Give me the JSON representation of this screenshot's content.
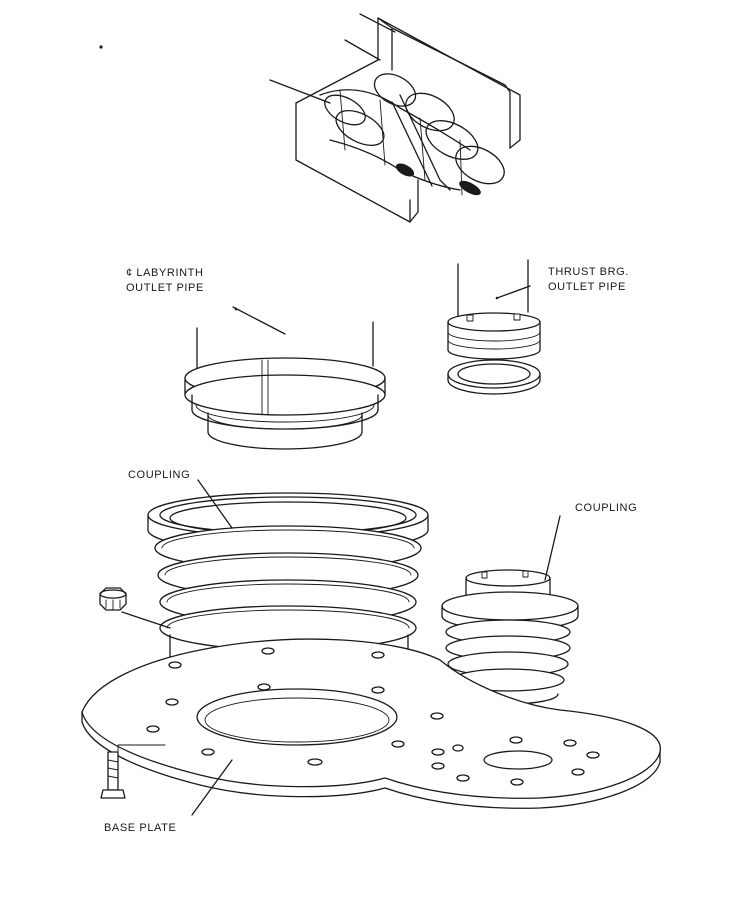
{
  "labels": {
    "labyrinth_line1": "¢ LABYRINTH",
    "labyrinth_line2": "OUTLET PIPE",
    "thrust_line1": "THRUST BRG.",
    "thrust_line2": "OUTLET PIPE",
    "coupling_left": "COUPLING",
    "coupling_right": "COUPLING",
    "base_plate": "BASE PLATE"
  }
}
